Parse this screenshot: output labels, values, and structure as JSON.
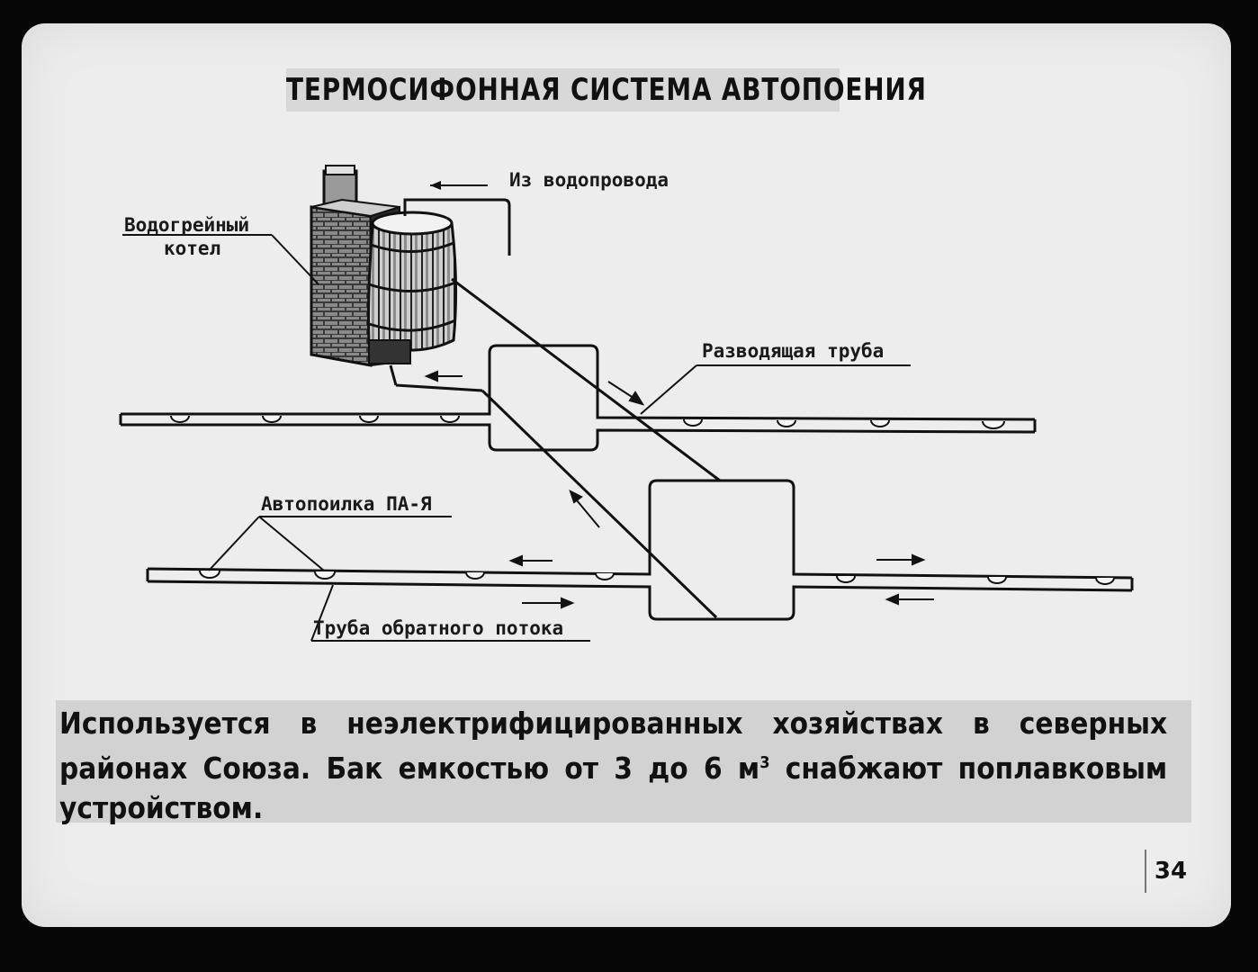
{
  "title": "ТЕРМОСИФОННАЯ СИСТЕМА АВТОПОЕНИЯ",
  "labels": {
    "water_supply": "Из водопровода",
    "boiler_line1": "Водогрейный",
    "boiler_line2": "котел",
    "distribution_pipe": "Разводящая труба",
    "drinker": "Автопоилка ПА-Я",
    "return_pipe": "Труба обратного потока"
  },
  "caption": {
    "line1": "Используется в неэлектрифицированных хозяйствах в северных районах Союза. Бак емкостью от 3 до 6 м",
    "superscript": "3",
    "line2": " снабжают поплавковым устройством."
  },
  "page_number": "34"
}
